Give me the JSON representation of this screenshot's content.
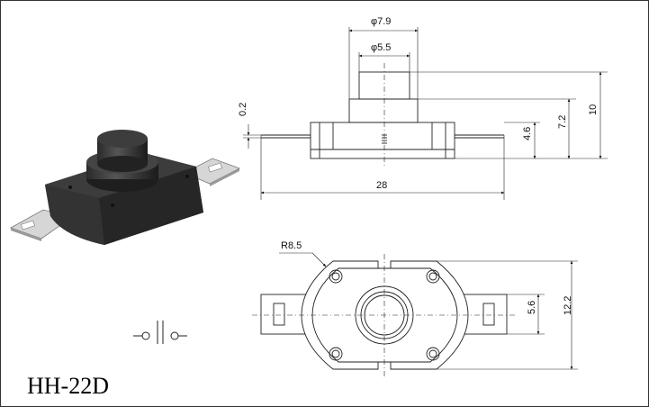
{
  "model": "HH-22D",
  "dimensions": {
    "cap_dia": "φ7.9",
    "plunger_dia": "φ5.5",
    "flange_gap": "0.2",
    "total_width": "28",
    "body_height": "4.6",
    "cap_height": "7.2",
    "total_height": "10",
    "corner_radius": "R8.5",
    "bottom_height": "12.2",
    "slot_height": "5.6"
  },
  "colors": {
    "line": "#222222",
    "body": "#2a2a2a",
    "metal": "#d9d9d9"
  }
}
